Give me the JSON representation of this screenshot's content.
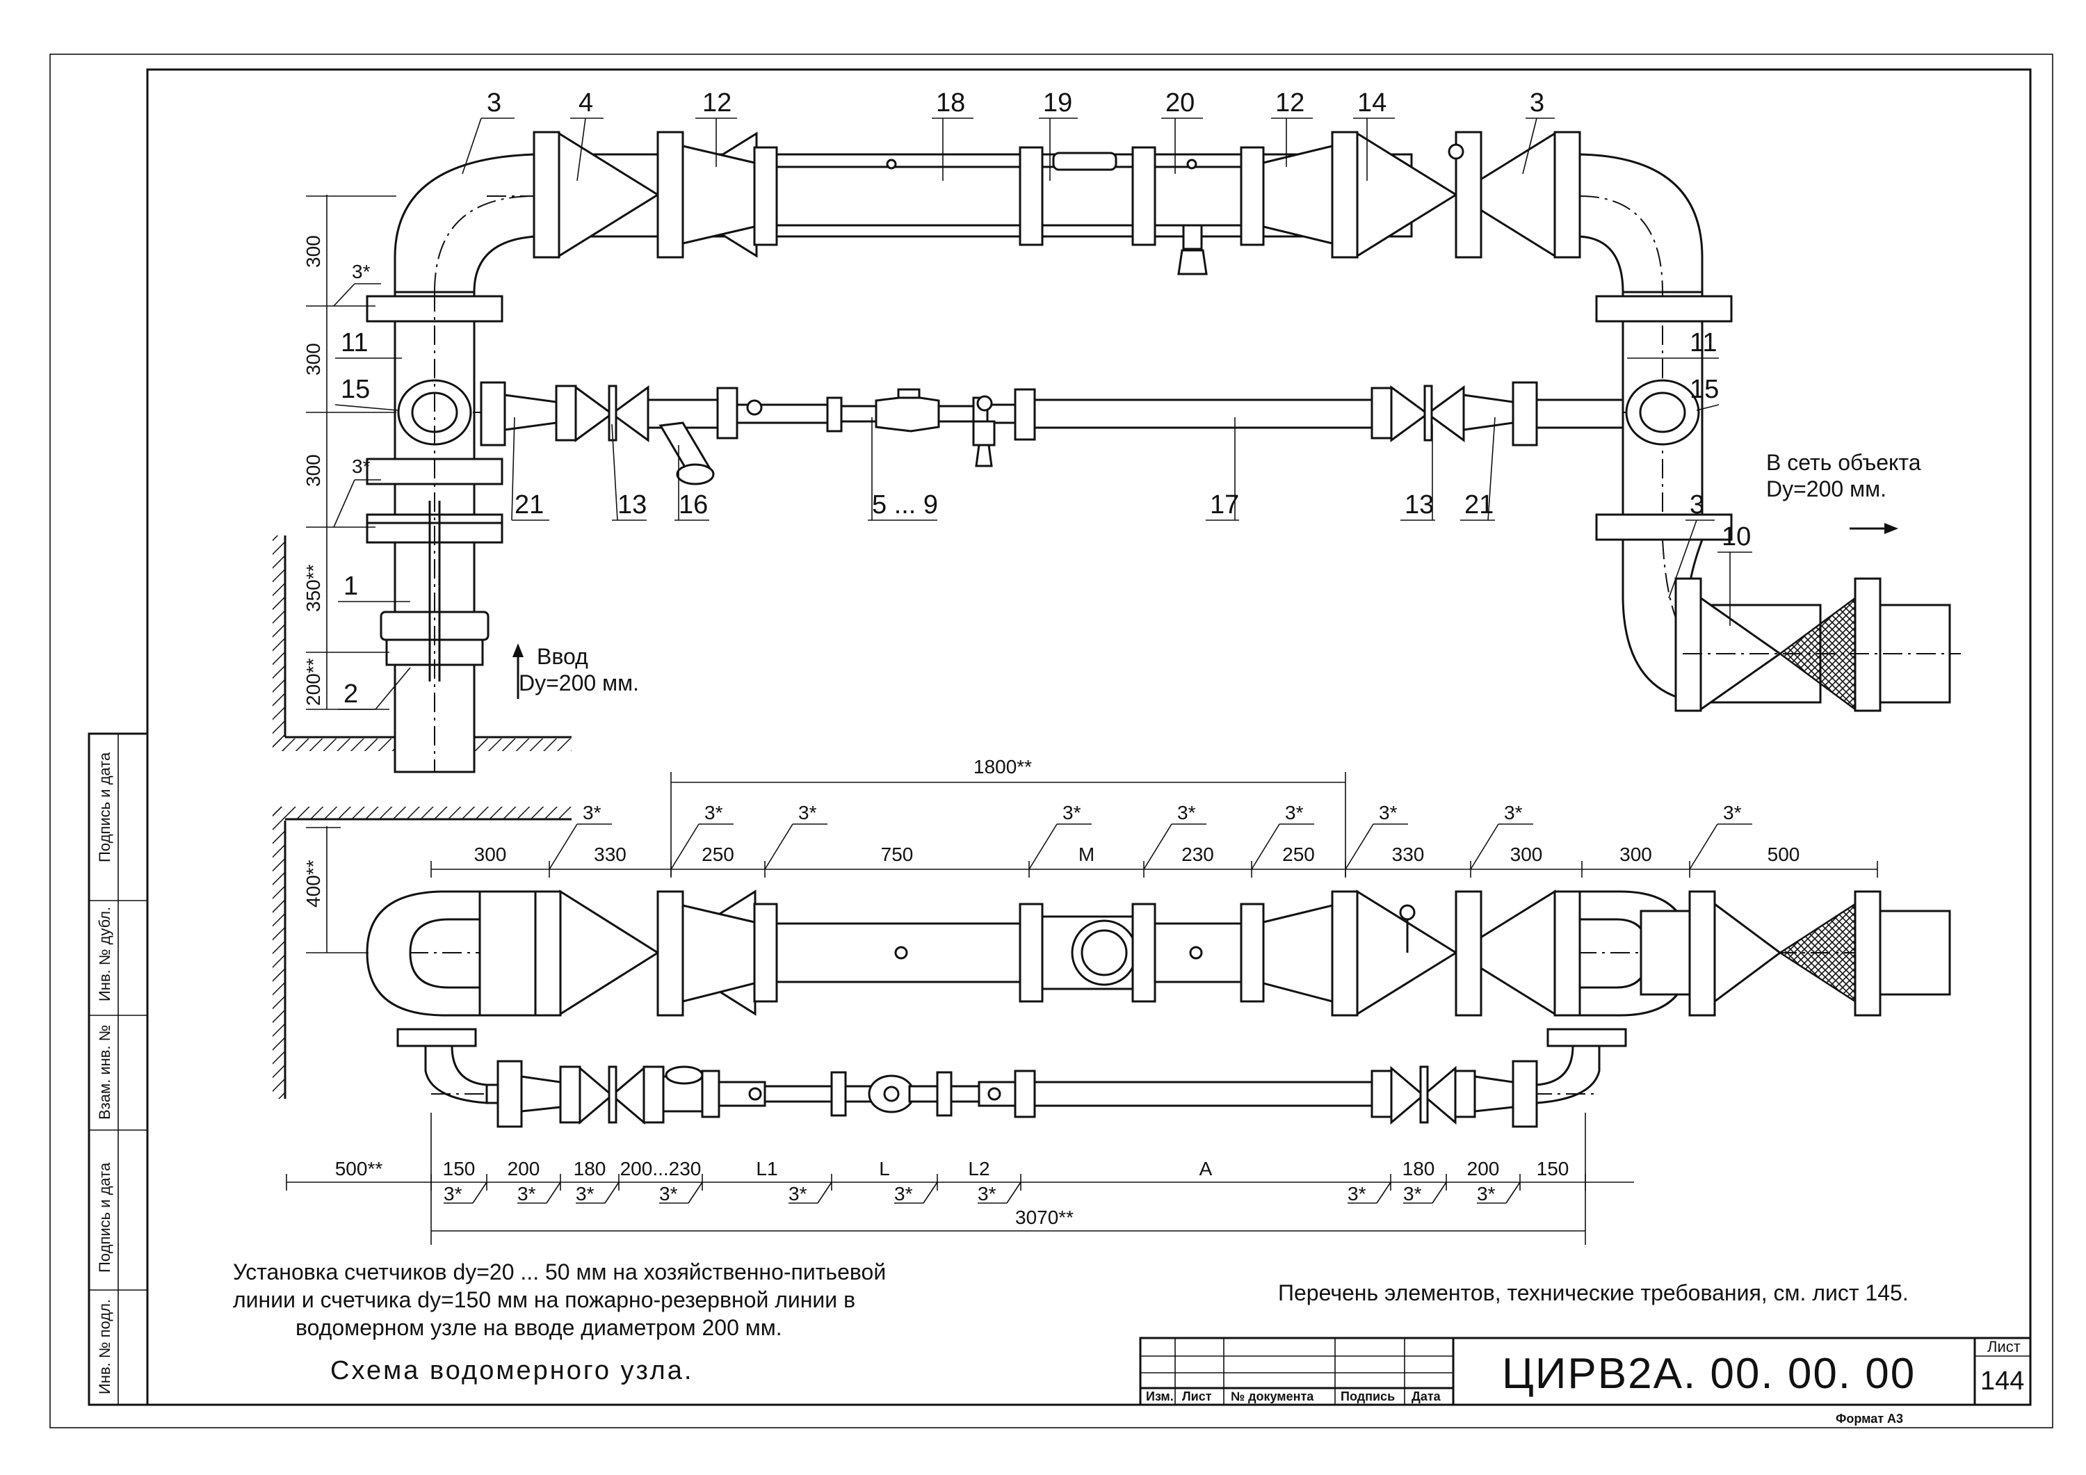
{
  "labels": {
    "l3a": "3",
    "l4": "4",
    "l12a": "12",
    "l18": "18",
    "l19": "19",
    "l20": "20",
    "l12b": "12",
    "l14": "14",
    "l3b": "3",
    "l11a": "11",
    "l11b": "11",
    "l15a": "15",
    "l15b": "15",
    "l21a": "21",
    "l13a": "13",
    "l16": "16",
    "l59": "5 ... 9",
    "l17": "17",
    "l13b": "13",
    "l21b": "21",
    "l3c": "3",
    "l10": "10",
    "l1": "1",
    "l2": "2"
  },
  "dims": {
    "v300a": "300",
    "v300b": "300",
    "v300c": "300",
    "v350": "350**",
    "v200": "200**",
    "star1": "3*",
    "star2": "3*",
    "v400": "400**",
    "d1800": "1800**",
    "top": [
      "300",
      "330",
      "250",
      "750",
      "M",
      "230",
      "250",
      "330",
      "300",
      "300",
      "500"
    ],
    "bot": [
      "500**",
      "150",
      "200",
      "180",
      "200...230",
      "L1",
      "L",
      "L2",
      "A",
      "180",
      "200",
      "150"
    ],
    "d3070": "3070**",
    "star": "3*"
  },
  "arrows": {
    "inlet_title": "Ввод",
    "inlet_dy": "Dy=200 мм.",
    "outlet_title": "В сеть объекта",
    "outlet_dy": "Dy=200 мм."
  },
  "notes": {
    "desc_line1": "Установка счетчиков dy=20 ... 50 мм на хозяйственно-питьевой",
    "desc_line2": "линии и счетчика dy=150 мм на пожарно-резервной линии в",
    "desc_line3": "водомерном узле на вводе диаметром 200 мм.",
    "title": "Схема водомерного узла.",
    "reference": "Перечень элементов, технические требования, см. лист 145."
  },
  "side_stamp": [
    "Подпись и дата",
    "Инв. № дубл.",
    "Взам. инв. №",
    "Подпись и дата",
    "Инв. № подл."
  ],
  "title_block": {
    "col_izm": "Изм.",
    "col_list": "Лист",
    "col_doc": "№ документа",
    "col_sign": "Подпись",
    "col_date": "Дата",
    "code": "ЦИРВ2А. 00. 00. 00",
    "sheet_label": "Лист",
    "sheet_no": "144",
    "format": "Формат А3"
  }
}
